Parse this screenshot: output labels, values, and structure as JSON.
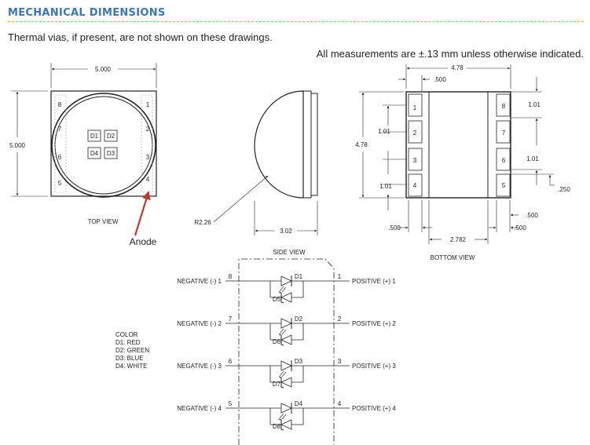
{
  "header": {
    "title": "MECHANICAL DIMENSIONS",
    "note_vias": "Thermal vias, if present, are not shown on these drawings.",
    "note_tolerance": "All measurements are ±.13 mm unless otherwise indicated."
  },
  "top_view": {
    "width_dim": "5.000",
    "height_dim": "5.000",
    "label": "TOP VIEW",
    "anode_label": "Anode",
    "pins_right": [
      "1",
      "2",
      "3",
      "4"
    ],
    "pins_left": [
      "8",
      "7",
      "6",
      "5"
    ],
    "dies": [
      "D1",
      "D2",
      "D4",
      "D3"
    ]
  },
  "side_view": {
    "radius_dim": "R2.26",
    "width_dim": "3.02",
    "label": "SIDE VIEW"
  },
  "bottom_view": {
    "width_dim": "4.78",
    "height_dim": "4.78",
    "pad_width_dim": ".500",
    "pad_pitch_dim": "1.01",
    "pad_gap_dim": ".250",
    "center_dim": "2.782",
    "label": "BOTTOM VIEW",
    "pads_left": [
      "1",
      "2",
      "3",
      "4"
    ],
    "pads_right": [
      "8",
      "7",
      "6",
      "5"
    ]
  },
  "schematic": {
    "negatives": [
      "NEGATIVE (-) 1",
      "NEGATIVE (-) 2",
      "NEGATIVE (-) 3",
      "NEGATIVE (-) 4"
    ],
    "positives": [
      "POSITIVE (+) 1",
      "POSITIVE (+) 2",
      "POSITIVE (+) 3",
      "POSITIVE (+) 4"
    ],
    "neg_pins": [
      "8",
      "7",
      "6",
      "5"
    ],
    "pos_pins": [
      "1",
      "2",
      "3",
      "4"
    ],
    "leds": [
      "D1",
      "D2",
      "D3",
      "D4"
    ],
    "zeners": [
      "D5",
      "D6",
      "D7",
      "D8"
    ]
  },
  "color_legend": {
    "heading": "COLOR",
    "items": [
      "D1: RED",
      "D2: GREEN",
      "D3: BLUE",
      "D4: WHITE"
    ]
  },
  "colors": {
    "title": "#3a77b4",
    "rule": "#f0b400",
    "arrow": "#c0392b"
  }
}
